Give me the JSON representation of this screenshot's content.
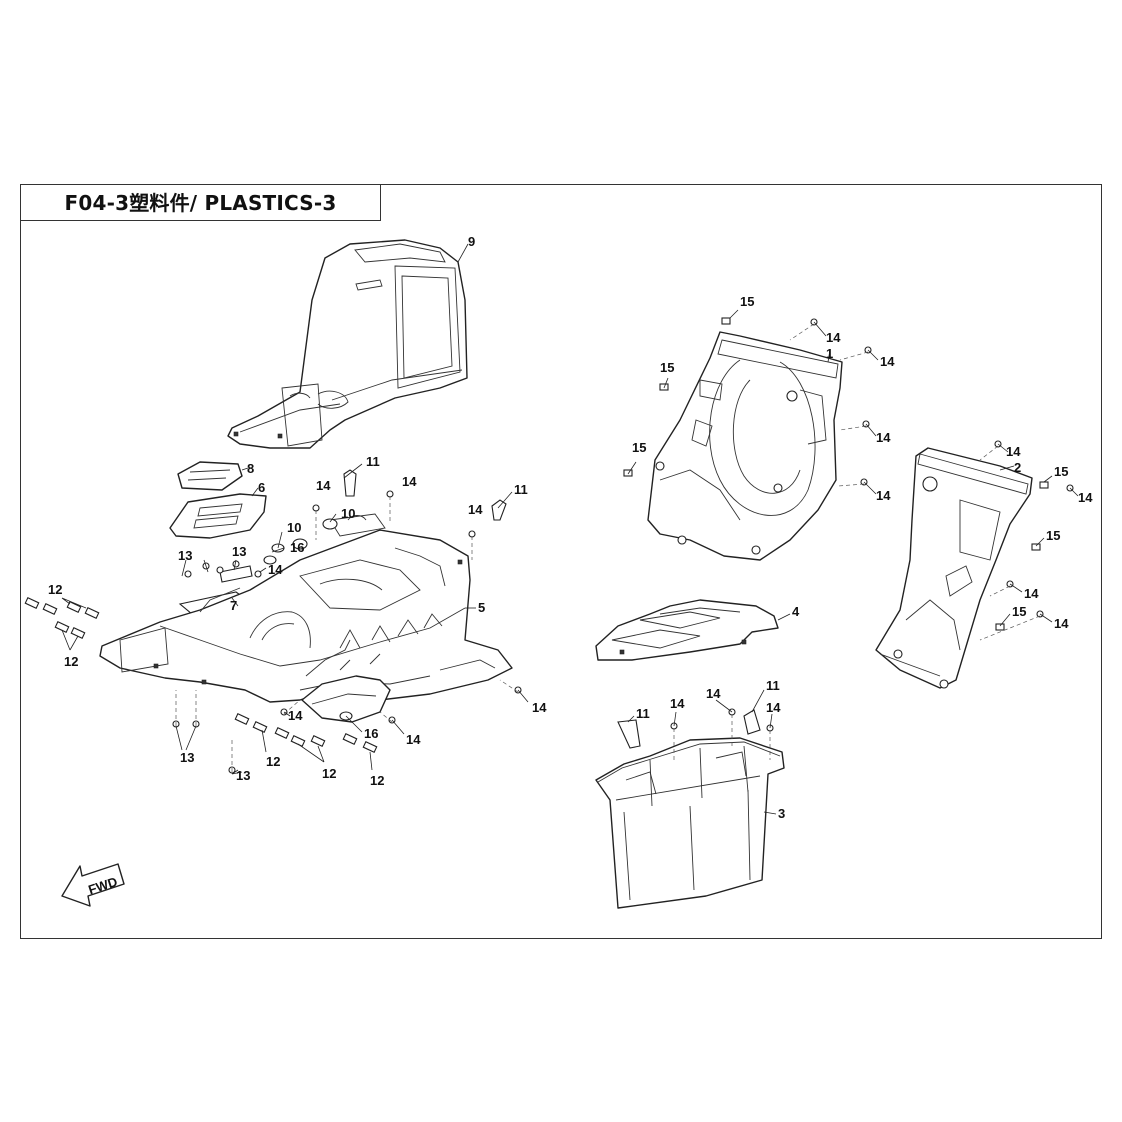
{
  "title": "F04-3塑料件/ PLASTICS-3",
  "fwd_label": "FWD",
  "callouts": [
    {
      "id": "c9",
      "label": "9"
    },
    {
      "id": "c8",
      "label": "8"
    },
    {
      "id": "c6",
      "label": "6"
    },
    {
      "id": "c11a",
      "label": "11"
    },
    {
      "id": "c14a",
      "label": "14"
    },
    {
      "id": "c14b",
      "label": "14"
    },
    {
      "id": "c11b",
      "label": "11"
    },
    {
      "id": "c14c",
      "label": "14"
    },
    {
      "id": "c10a",
      "label": "10"
    },
    {
      "id": "c10b",
      "label": "10"
    },
    {
      "id": "c16a",
      "label": "16"
    },
    {
      "id": "c13a",
      "label": "13"
    },
    {
      "id": "c13b",
      "label": "13"
    },
    {
      "id": "c14d",
      "label": "14"
    },
    {
      "id": "c7",
      "label": "7"
    },
    {
      "id": "c12a",
      "label": "12"
    },
    {
      "id": "c12b",
      "label": "12"
    },
    {
      "id": "c5",
      "label": "5"
    },
    {
      "id": "c14e",
      "label": "14"
    },
    {
      "id": "c14f",
      "label": "14"
    },
    {
      "id": "c16b",
      "label": "16"
    },
    {
      "id": "c14g",
      "label": "14"
    },
    {
      "id": "c13c",
      "label": "13"
    },
    {
      "id": "c13d",
      "label": "13"
    },
    {
      "id": "c12c",
      "label": "12"
    },
    {
      "id": "c12d",
      "label": "12"
    },
    {
      "id": "c12e",
      "label": "12"
    },
    {
      "id": "c15a",
      "label": "15"
    },
    {
      "id": "c14h",
      "label": "14"
    },
    {
      "id": "c1",
      "label": "1"
    },
    {
      "id": "c14i",
      "label": "14"
    },
    {
      "id": "c15b",
      "label": "15"
    },
    {
      "id": "c14j",
      "label": "14"
    },
    {
      "id": "c15c",
      "label": "15"
    },
    {
      "id": "c14k",
      "label": "14"
    },
    {
      "id": "c14l",
      "label": "14"
    },
    {
      "id": "c2",
      "label": "2"
    },
    {
      "id": "c15d",
      "label": "15"
    },
    {
      "id": "c14m",
      "label": "14"
    },
    {
      "id": "c15e",
      "label": "15"
    },
    {
      "id": "c14n",
      "label": "14"
    },
    {
      "id": "c15f",
      "label": "15"
    },
    {
      "id": "c14o",
      "label": "14"
    },
    {
      "id": "c4",
      "label": "4"
    },
    {
      "id": "c11c",
      "label": "11"
    },
    {
      "id": "c14p",
      "label": "14"
    },
    {
      "id": "c14q",
      "label": "14"
    },
    {
      "id": "c11d",
      "label": "11"
    },
    {
      "id": "c14r",
      "label": "14"
    },
    {
      "id": "c3",
      "label": "3"
    }
  ]
}
